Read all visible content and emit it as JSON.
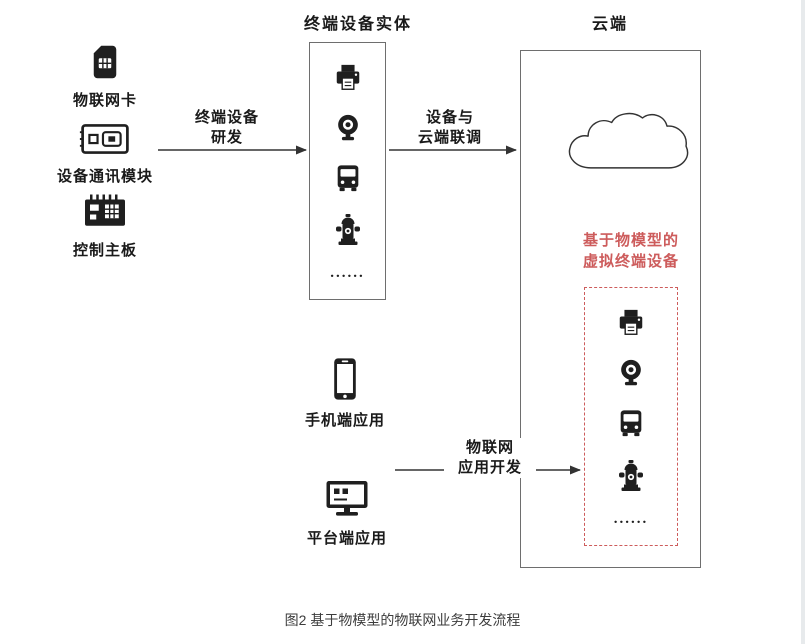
{
  "figure": {
    "caption": "图2 基于物模型的物联网业务开发流程"
  },
  "terminal_box": {
    "title": "终端设备实体",
    "ellipsis": "......"
  },
  "cloud_box": {
    "title": "云端",
    "virtual_label_line1": "基于物模型的",
    "virtual_label_line2": "虚拟终端设备",
    "ellipsis": "......"
  },
  "left_components": [
    {
      "label": "物联网卡",
      "icon": "sim-card-icon"
    },
    {
      "label": "设备通讯模块",
      "icon": "comm-module-icon"
    },
    {
      "label": "控制主板",
      "icon": "control-board-icon"
    }
  ],
  "app_components": [
    {
      "label": "手机端应用",
      "icon": "smartphone-icon"
    },
    {
      "label": "平台端应用",
      "icon": "desktop-icon"
    }
  ],
  "flow_labels": {
    "develop_line1": "终端设备",
    "develop_line2": "研发",
    "joint_debug_line1": "设备与",
    "joint_debug_line2": "云端联调",
    "app_dev_line1": "物联网",
    "app_dev_line2": "应用开发"
  },
  "device_icons": [
    "printer-icon",
    "webcam-icon",
    "bus-icon",
    "fire-hydrant-icon"
  ],
  "colors": {
    "accent_red": "#cd5c5c",
    "line_color": "#333333",
    "icon_color": "#1f1f1f",
    "box_border": "#6e6e6e",
    "text_color": "#1a1a1a",
    "caption_color": "#3c3c3c",
    "page_bg": "#ffffff",
    "page_edge": "#e7eaec"
  }
}
